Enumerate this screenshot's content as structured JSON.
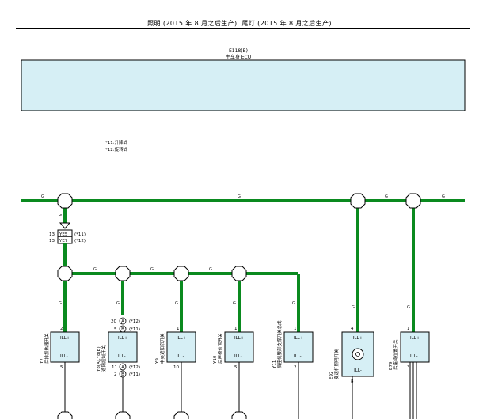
{
  "title": "照明 (2015 年 8 月之后生产), 尾灯 (2015 年 8 月之后生产)",
  "ecu": {
    "code": "E118(B)",
    "name": "主车身 ECU"
  },
  "legend": [
    {
      "key": "*11",
      "text": ":升降式"
    },
    {
      "key": "*12",
      "text": ":旋转式"
    }
  ],
  "colors": {
    "wire": "#0a8a1f",
    "box_fill": "#d6eff5",
    "box_stroke": "#000000"
  },
  "wire_color_code": "G",
  "connector": {
    "rows": [
      {
        "pin": "13",
        "code": "YE5",
        "note": "(*11)"
      },
      {
        "pin": "13",
        "code": "YE7",
        "note": "(*12)"
      }
    ]
  },
  "rheostat_pins": [
    {
      "pin": "20",
      "letter": "A",
      "note": "(*12)"
    },
    {
      "pin": "5",
      "letter": "B",
      "note": "(*11)"
    }
  ],
  "rheostat_bottom_pins": [
    {
      "pin": "11",
      "letter": "A",
      "note": "(*12)"
    },
    {
      "pin": "2",
      "letter": "B",
      "note": "(*11)"
    }
  ],
  "components": [
    {
      "id": "Y7",
      "name": "后排加热器开关",
      "pin_top": "2",
      "pin_bottom": "5",
      "top_label": "ILL+",
      "bottom_label": "ILL-"
    },
    {
      "id": "Y8(A),Y8(B)",
      "name": "遮阳控制开关",
      "pin_top": "",
      "pin_bottom": "",
      "top_label": "ILL+",
      "bottom_label": "ILL-"
    },
    {
      "id": "Y9",
      "name": "中央遮阳帘开关",
      "pin_top": "1",
      "pin_bottom": "10",
      "top_label": "ILL+",
      "bottom_label": "ILL-"
    },
    {
      "id": "Y10",
      "name": "后座椅位置开关",
      "pin_top": "1",
      "pin_bottom": "5",
      "top_label": "ILL+",
      "bottom_label": "ILL-"
    },
    {
      "id": "Y11",
      "name": "后座椅腰部支撑开关总成",
      "pin_top": "1",
      "pin_bottom": "2",
      "top_label": "ILL+",
      "bottom_label": "ILL-"
    },
    {
      "id": "E92",
      "name": "变速杆照明开关",
      "pin_top": "4",
      "pin_bottom": "8",
      "top_label": "ILL+",
      "bottom_label": "ILL-"
    },
    {
      "id": "E79",
      "name": "后座椅位置开关",
      "pin_top": "1",
      "pin_bottom": "3",
      "top_label": "ILL+",
      "bottom_label": "ILL-"
    }
  ]
}
